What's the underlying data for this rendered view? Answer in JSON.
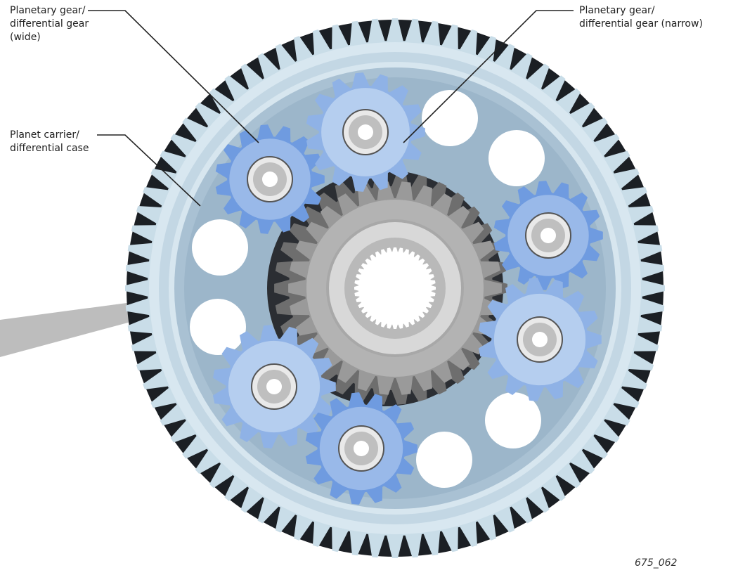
{
  "labels": {
    "planetary_wide": "Planetary gear/\ndifferential gear\n(wide)",
    "planetary_narrow": "Planetary gear/\ndifferential gear (narrow)",
    "planet_carrier": "Planet carrier/\ndifferential case"
  },
  "figure_code": "675_062",
  "colors": {
    "ring_gear": "#c9dde8",
    "ring_teeth_gap": "#1b1f24",
    "carrier": "#a8c0d2",
    "carrier_inner": "#93aec3",
    "planet_blue": "#6f9be0",
    "planet_light": "#bcd2f0",
    "sun_gear": "#9a9a9a",
    "hub": "#c9c9c9",
    "leader_line": "#222222",
    "pointer_wedge": "#bdbdbd"
  },
  "gears": {
    "planets": [
      {
        "id": "wide-upper-left",
        "shade": "blue"
      },
      {
        "id": "narrow-top",
        "shade": "light"
      },
      {
        "id": "narrow-right-upper",
        "shade": "blue"
      },
      {
        "id": "narrow-right-lower",
        "shade": "light"
      },
      {
        "id": "wide-lower-left",
        "shade": "light"
      },
      {
        "id": "narrow-bottom",
        "shade": "blue"
      }
    ]
  }
}
